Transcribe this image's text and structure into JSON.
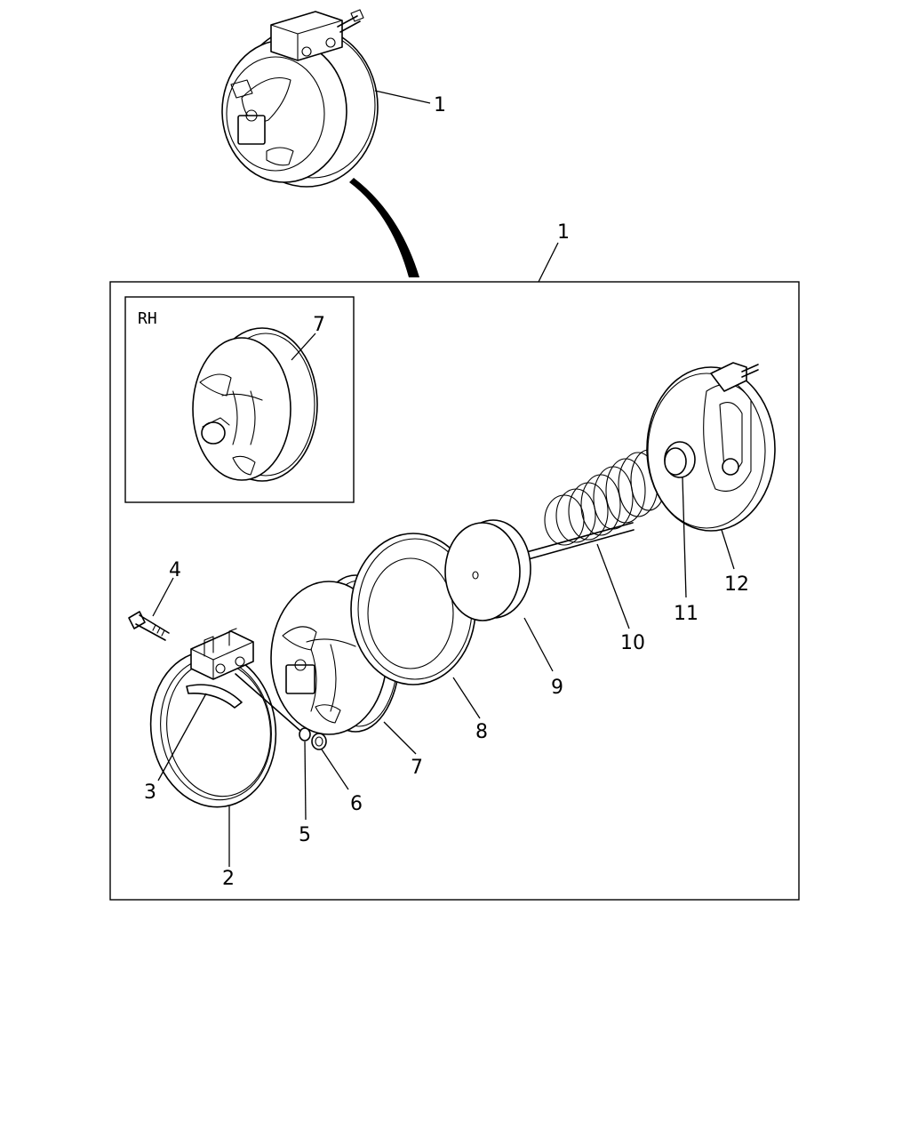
{
  "diagram": {
    "inset_label": "RH",
    "callouts": {
      "assembly_top": "1",
      "assembly_box": "1",
      "inset_diaphragm": "7",
      "bolt": "4",
      "plate": "3",
      "clamp_ring": "2",
      "washer": "5",
      "nut": "6",
      "diaphragm_housing": "7",
      "diaphragm": "8",
      "piston_plate": "9",
      "spring": "10",
      "seal": "11",
      "housing": "12"
    }
  }
}
